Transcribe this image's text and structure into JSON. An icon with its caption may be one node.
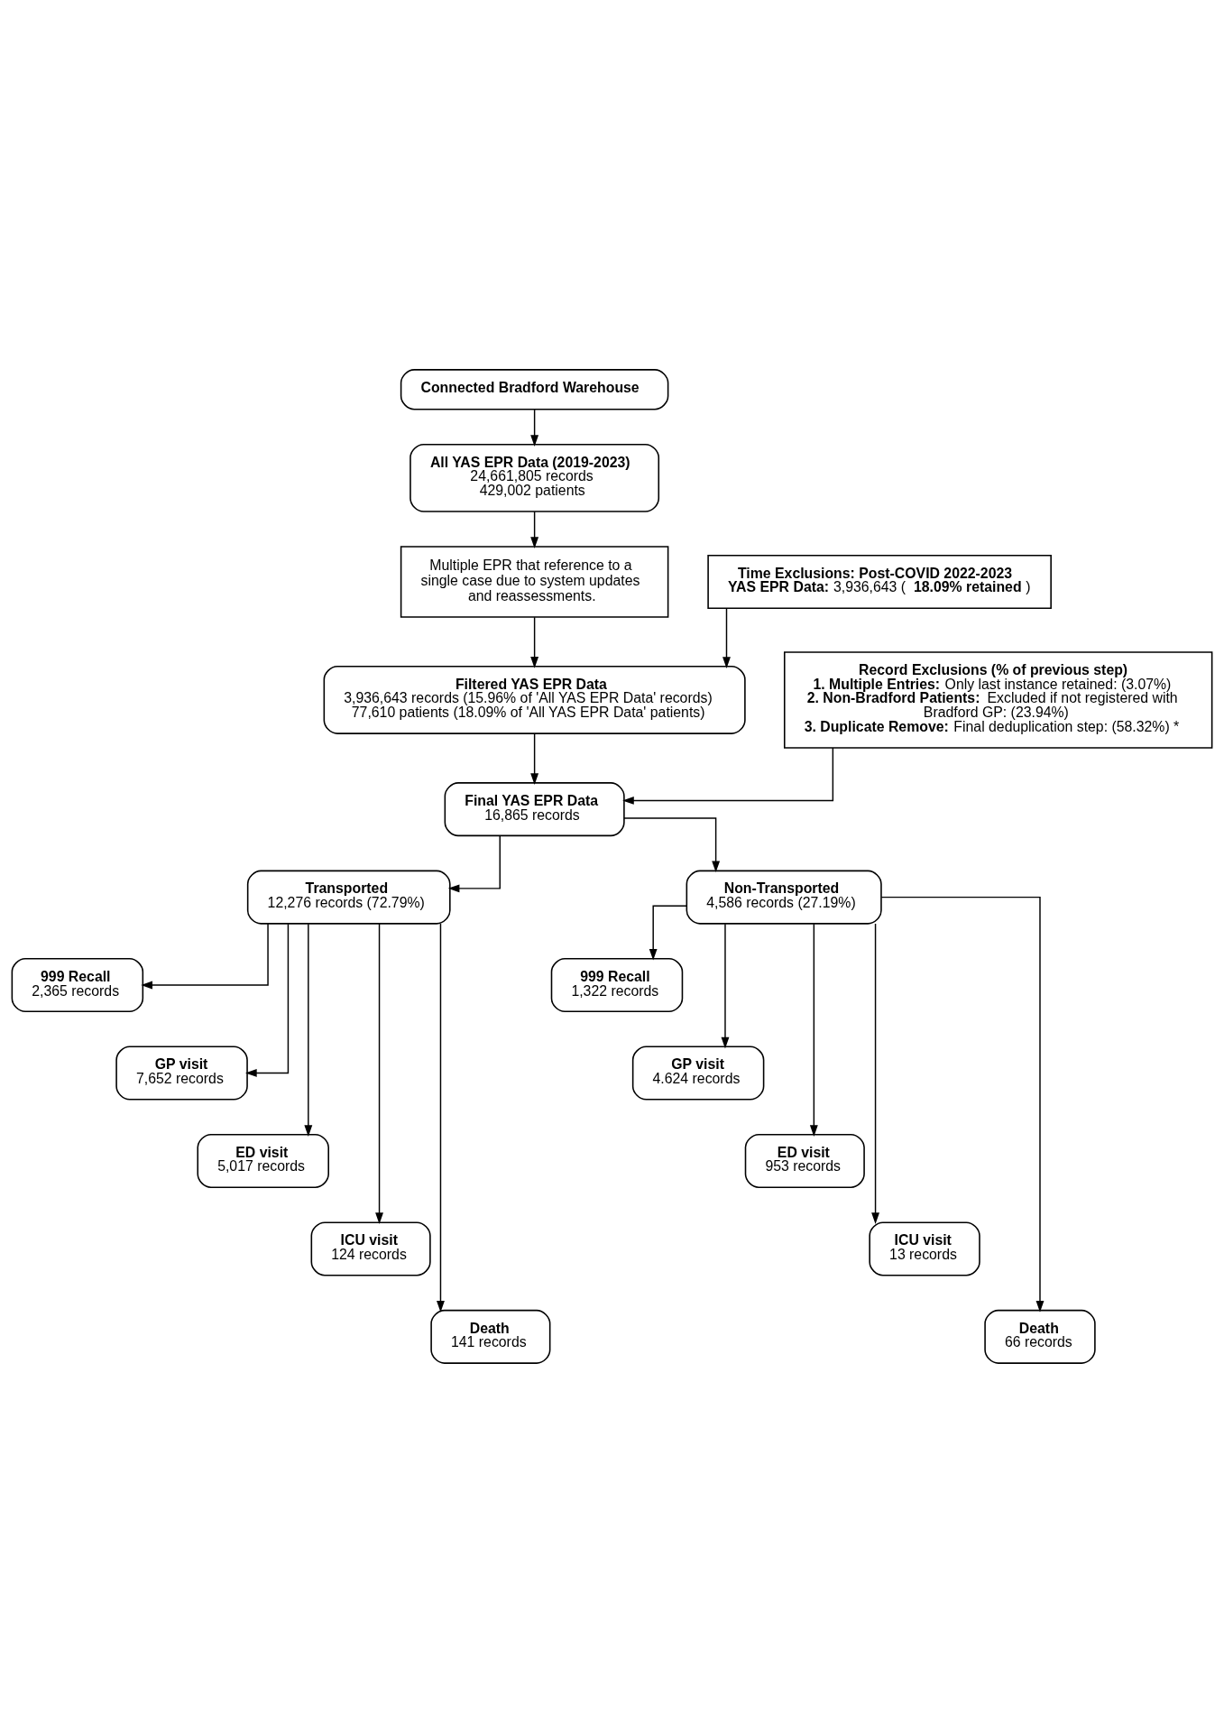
{
  "diagram": {
    "nodes": [
      {
        "text": [
          "Connected Bradford Warehouse"
        ]
      },
      {
        "text": [
          "All YAS EPR Data (2019-2023)",
          "24,661,805 records",
          "429,002 patients"
        ]
      },
      {
        "text": [
          "Multiple EPR that reference to a single case due to system updates and reassessments."
        ]
      },
      {
        "text": [
          "Time Exclusions: Post-COVID 2022-2023",
          "**YAS EPR Data:** 3,936,643 (**18.09% retained**)"
        ]
      },
      {
        "text": [
          "Filtered YAS EPR Data",
          "3,936,643 records (15.96% of 'All YAS EPR Data' records)",
          "77,610 patients (18.09% of 'All YAS EPR Data' patients)"
        ]
      },
      {
        "text": [
          "Record Exclusions (% of previous step)",
          "**1. Multiple Entries:** Only last instance retained: (3.07%)",
          "**2. Non-Bradford Patients:** Excluded if not registered with Bradford GP: (23.94%)",
          "**3. Duplicate Remove:** Final deduplication step: (58.32%) *"
        ]
      },
      {
        "text": [
          "Final YAS EPR Data",
          "16,865 records"
        ]
      },
      {
        "text": [
          "Transported",
          "12,276 records (72.79%)"
        ]
      },
      {
        "text": [
          "Non-Transported",
          "4,586 records (27.19%)"
        ]
      },
      {
        "text": [
          "999 Recall",
          "2,365 records"
        ]
      },
      {
        "text": [
          "GP visit",
          "7,652 records"
        ]
      },
      {
        "text": [
          "ED visit",
          "5,017 records"
        ]
      },
      {
        "text": [
          "ICU visit",
          "124 records"
        ]
      },
      {
        "text": [
          "Death",
          "141 records"
        ]
      },
      {
        "text": [
          "999 Recall",
          "1,322 records"
        ]
      },
      {
        "text": [
          "GP visit",
          "4.624 records"
        ]
      },
      {
        "text": [
          "ED visit",
          "953 records"
        ]
      },
      {
        "text": [
          "ICU visit",
          "13 records"
        ]
      },
      {
        "text": [
          "Death",
          "66 records"
        ]
      }
    ],
    "edges": [
      {
        "from": 0,
        "to": 1,
        "arrow": "to"
      },
      {
        "from": 1,
        "to": 2,
        "arrow": "to"
      },
      {
        "from": 2,
        "to": 4,
        "arrow": "to"
      },
      {
        "from": 3,
        "to": 4,
        "arrow": "to"
      },
      {
        "from": 4,
        "to": 6,
        "arrow": "to"
      },
      {
        "from": 5,
        "to": 6,
        "arrow": "to"
      },
      {
        "from": 6,
        "to": 7,
        "arrow": "to"
      },
      {
        "from": 6,
        "to": 8,
        "arrow": "to"
      },
      {
        "from": 7,
        "to": 9,
        "arrow": "to"
      },
      {
        "from": 7,
        "to": 10,
        "arrow": "to"
      },
      {
        "from": 7,
        "to": 11,
        "arrow": "to"
      },
      {
        "from": 7,
        "to": 12,
        "arrow": "to"
      },
      {
        "from": 7,
        "to": 13,
        "arrow": "to"
      },
      {
        "from": 8,
        "to": 14,
        "arrow": "to"
      },
      {
        "from": 8,
        "to": 15,
        "arrow": "to"
      },
      {
        "from": 8,
        "to": 16,
        "arrow": "to"
      },
      {
        "from": 8,
        "to": 17,
        "arrow": "to"
      },
      {
        "from": 8,
        "to": 18,
        "arrow": "to"
      }
    ]
  }
}
